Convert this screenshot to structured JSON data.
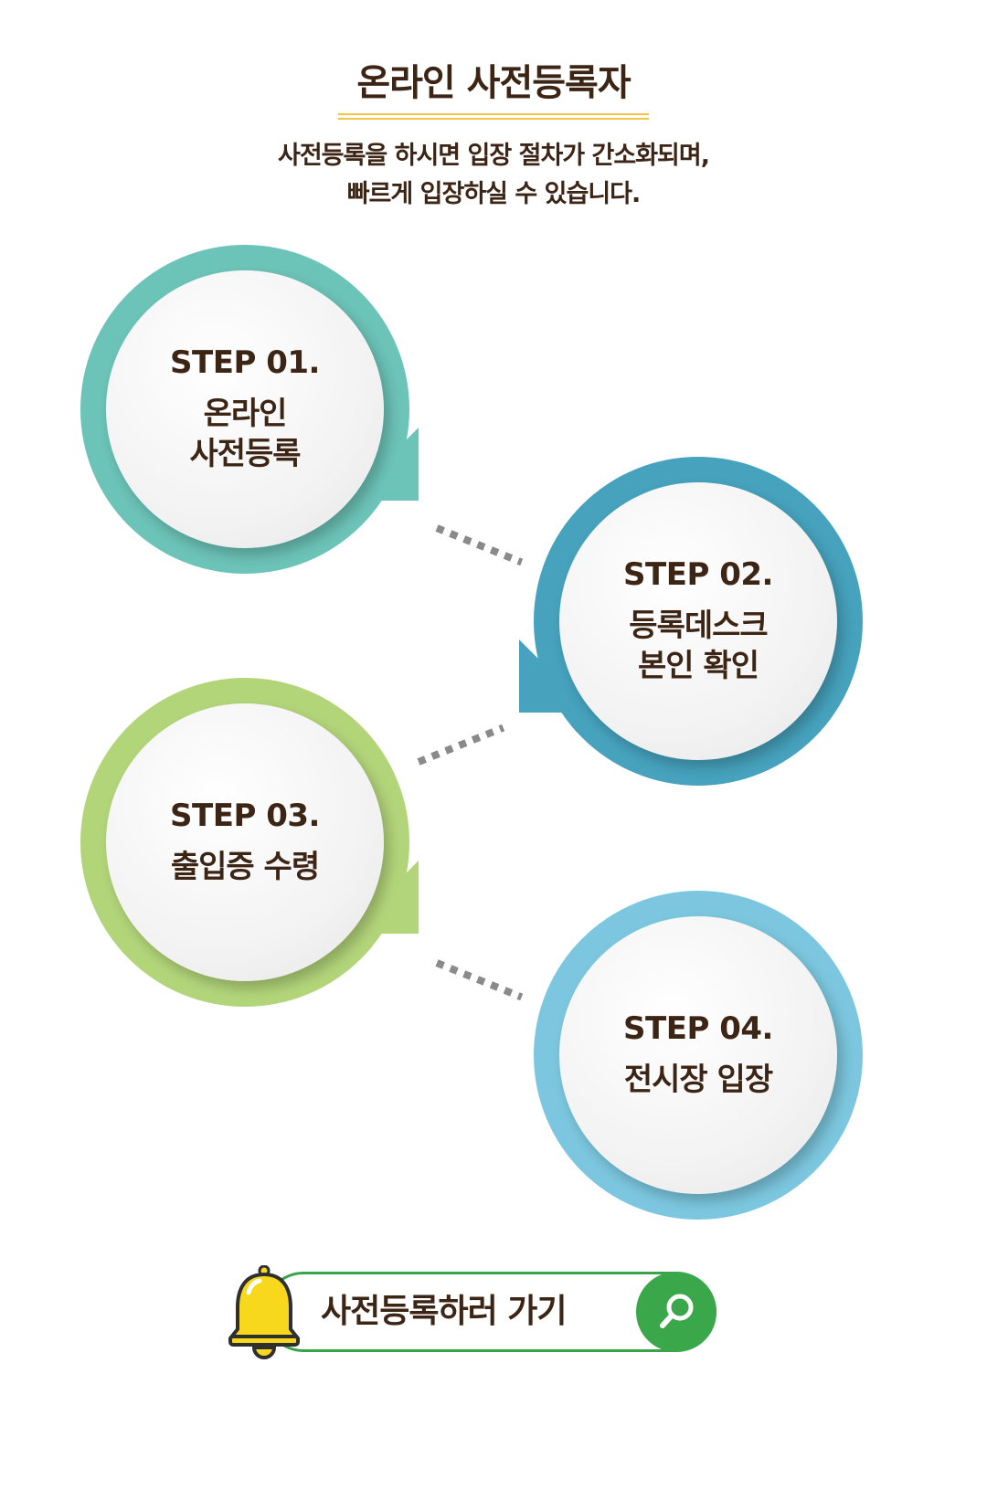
{
  "header": {
    "title": "온라인 사전등록자",
    "description_line1": "사전등록을 하시면 입장 절차가 간소화되며,",
    "description_line2": "빠르게 입장하실 수 있습니다."
  },
  "steps": [
    {
      "label": "STEP 01.",
      "text": "온라인\n사전등록",
      "color": "#6cc3b7"
    },
    {
      "label": "STEP 02.",
      "text": "등록데스크\n본인 확인",
      "color": "#46a2bd"
    },
    {
      "label": "STEP 03.",
      "text": "출입증 수령",
      "color": "#b3d57a"
    },
    {
      "label": "STEP 04.",
      "text": "전시장 입장",
      "color": "#7cc7df"
    }
  ],
  "cta": {
    "label": "사전등록하러 가기",
    "accent": "#38a34a",
    "bell_color": "#f7d81c",
    "bell_icon": "bell-icon",
    "search_icon": "search-icon"
  }
}
